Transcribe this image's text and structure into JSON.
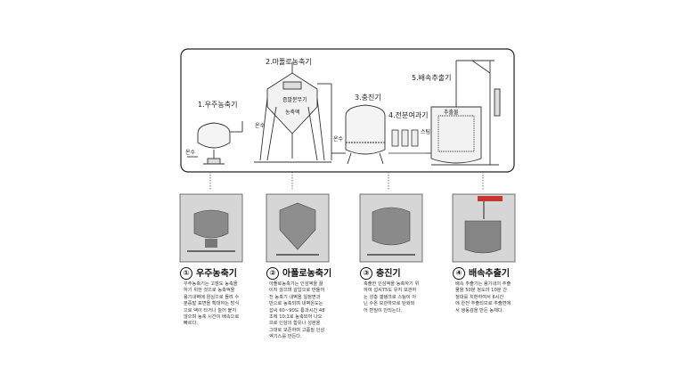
{
  "process": {
    "stage1": "1.우주농축기",
    "stage2": "2.마폴로농축기",
    "stage3": "3.충진기",
    "stage4": "4.전분여과기",
    "stage5": "5.배속추출기"
  },
  "inline_labels": {
    "conc_liquid": "농축액",
    "condenser": "증발분무기",
    "steam1": "온수",
    "steam2": "온수",
    "steam3": "온수",
    "steam4": "스팀",
    "extract": "추출물"
  },
  "equipment": [
    {
      "num": "①",
      "name": "우주농축기",
      "desc": [
        "우주농축기는 고점도 농축을",
        "하기 위한 것으로 농축액을",
        "용기내벽에 원심으로 돌려 수",
        "분증발 표면을 확대하는 방식",
        "으로 액이 타거나 눌어 붙지",
        "않으며 농축 시간이 배속으로",
        "빠르다."
      ]
    },
    {
      "num": "②",
      "name": "아폴로농축기",
      "desc": [
        "아폴로농축기는 인삼액을 끓",
        "이지 않으며 감압으로 만들어",
        "진 농축기 내벽을 일정면과",
        "만으로 농축되며 내벽온도는",
        "섭씨 60~90도 통과시간 48",
        "초에 10:1로 농축되어 나오",
        "므로 인삼의 함유나 성분을",
        "그대로 보존하며 고품질 인삼",
        "엑기스를 만든다."
      ]
    },
    {
      "num": "③",
      "name": "충진기",
      "desc": [
        "축출한 인삼액을 농축하기 위",
        "하여 섭씨75도 유지 보관하",
        "는 성층 갤탱크로 스팀이 아",
        "닌 수온 보관하므로 탄화되",
        "어 변질이 안되는다."
      ]
    },
    {
      "num": "④",
      "name": "배속추출기",
      "desc": [
        "배속 추출기는 용기내의 추출",
        "물을 50분 정도마 10분 간",
        "정대를 치환하여서 6시간",
        "에 완전 추출되므로 추출면에",
        "서 생동감을 만든 농채다."
      ]
    }
  ],
  "colors": {
    "line": "#333333",
    "panel_bg": "#ffffff",
    "photo_bg": "#d6d6d6",
    "accent": "#c8372d"
  }
}
